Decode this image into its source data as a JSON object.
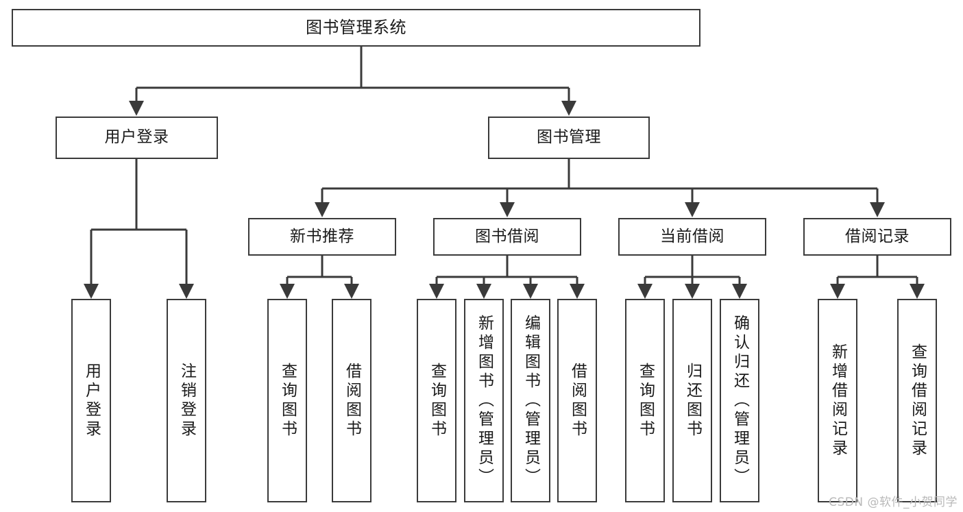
{
  "diagram": {
    "title": "图书管理系统",
    "type": "tree-hierarchy",
    "root": {
      "id": "root",
      "label": "图书管理系统"
    },
    "level2": [
      {
        "id": "login",
        "label": "用户登录"
      },
      {
        "id": "bookmgmt",
        "label": "图书管理"
      }
    ],
    "level3": [
      {
        "id": "newbook",
        "label": "新书推荐",
        "parent": "bookmgmt"
      },
      {
        "id": "borrow",
        "label": "图书借阅",
        "parent": "bookmgmt"
      },
      {
        "id": "current",
        "label": "当前借阅",
        "parent": "bookmgmt"
      },
      {
        "id": "record",
        "label": "借阅记录",
        "parent": "bookmgmt"
      }
    ],
    "leaves": {
      "login": [
        {
          "id": "leaf-user-login",
          "label": "用户登录"
        },
        {
          "id": "leaf-user-logout",
          "label": "注销登录"
        }
      ],
      "newbook": [
        {
          "id": "leaf-query-book-1",
          "label": "查询图书"
        },
        {
          "id": "leaf-borrow-book-1",
          "label": "借阅图书"
        }
      ],
      "borrow": [
        {
          "id": "leaf-query-book-2",
          "label": "查询图书"
        },
        {
          "id": "leaf-add-book",
          "label": "新增图书（管理员）"
        },
        {
          "id": "leaf-edit-book",
          "label": "编辑图书（管理员）"
        },
        {
          "id": "leaf-borrow-book-2",
          "label": "借阅图书"
        }
      ],
      "current": [
        {
          "id": "leaf-query-book-3",
          "label": "查询图书"
        },
        {
          "id": "leaf-return-book",
          "label": "归还图书"
        },
        {
          "id": "leaf-confirm-return",
          "label": "确认归还（管理员）"
        }
      ],
      "record": [
        {
          "id": "leaf-add-record",
          "label": "新增借阅记录"
        },
        {
          "id": "leaf-query-record",
          "label": "查询借阅记录"
        }
      ]
    }
  },
  "watermark": {
    "text": "CSDN @软件_小贺同学"
  },
  "colors": {
    "stroke": "#3a3a3a",
    "fill": "#ffffff",
    "text": "#1a1a1a",
    "watermark": "#b9b9b9"
  }
}
